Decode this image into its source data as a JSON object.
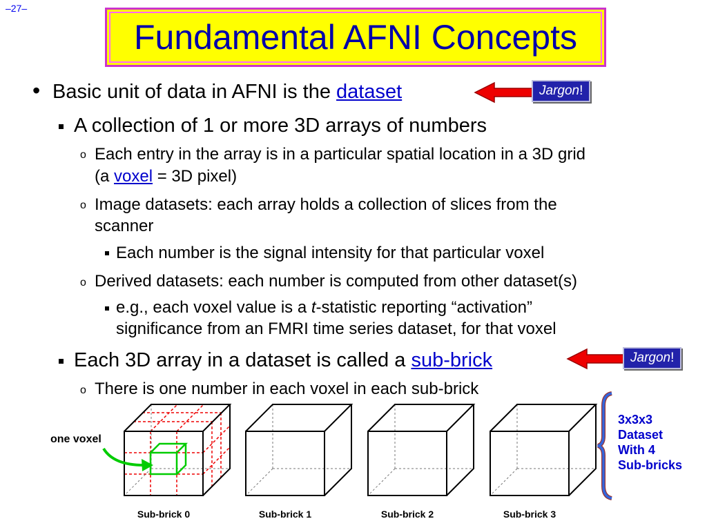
{
  "page_number": "–27–",
  "title": "Fundamental AFNI Concepts",
  "bullets": {
    "b1_text": "Basic unit of data in AFNI is the ",
    "b1_link": "dataset",
    "b1_1": "A collection of 1 or more 3D arrays of numbers",
    "b1_1_1_a": " Each entry in the array is in a particular spatial location in a 3D grid",
    "b1_1_1_b_pre": "(a ",
    "b1_1_1_b_link": "voxel",
    "b1_1_1_b_post": " = 3D pixel)",
    "b1_1_2_a": " Image datasets: each array holds a collection of slices from the",
    "b1_1_2_b": "scanner",
    "b1_1_2_1": " Each number is the signal intensity for that particular voxel",
    "b1_1_3": " Derived datasets: each number is computed from other dataset(s)",
    "b1_1_3_1_pre": " e.g., each voxel value is a ",
    "b1_1_3_1_ital": "t",
    "b1_1_3_1_post": "-statistic reporting “activation”",
    "b1_1_3_1_b": "significance from an FMRI time series dataset, for that voxel",
    "b1_2_text": "Each 3D array in a dataset is called a ",
    "b1_2_link": "sub-brick",
    "b1_2_1": " There is one number in each voxel in each sub-brick"
  },
  "jargon_label": "Jargon",
  "jargon_bang": "!",
  "bullet_glyph_o": "o",
  "figure": {
    "one_voxel_label": "one voxel",
    "subbricks": [
      "Sub-brick 0",
      "Sub-brick 1",
      "Sub-brick 2",
      "Sub-brick 3"
    ],
    "dataset_lines": [
      "3x3x3",
      "Dataset",
      "With 4",
      "Sub-bricks"
    ]
  },
  "colors": {
    "title_bg": "#ffff00",
    "title_text": "#0000aa",
    "link": "#0000cc",
    "jargon_bg": "#2222aa",
    "arrow": "#ee0000",
    "voxel_highlight": "#00cc00",
    "grid_red": "#ee0000"
  }
}
